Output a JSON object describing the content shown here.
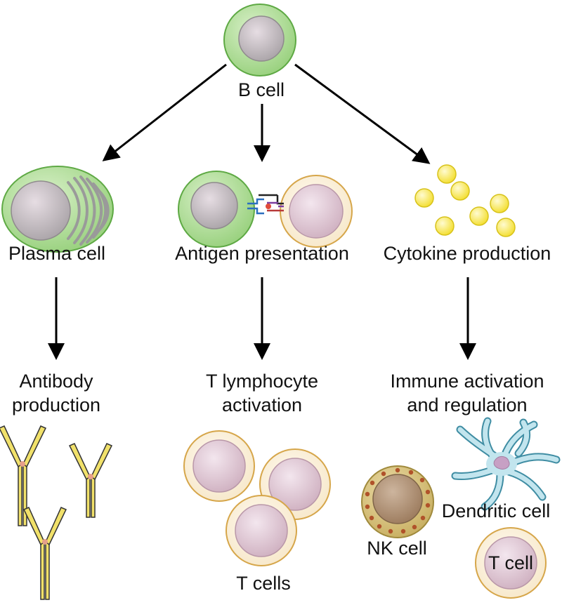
{
  "nodes": {
    "b_cell": "B cell",
    "plasma_cell": "Plasma cell",
    "antigen_presentation": "Antigen presentation",
    "cytokine_production": "Cytokine production",
    "antibody_production_line1": "Antibody",
    "antibody_production_line2": "production",
    "t_activation_line1": "T lymphocyte",
    "t_activation_line2": "activation",
    "immune_line1": "Immune activation",
    "immune_line2": "and regulation",
    "t_cells": "T cells",
    "nk_cell": "NK cell",
    "dendritic_cell": "Dendritic cell",
    "t_cell": "T cell"
  },
  "colors": {
    "b_cell_membrane": "#a7dc8f",
    "b_cell_outline": "#5ea944",
    "nucleus_gray": "#b6b1b4",
    "t_cell_cytoplasm": "#fbf1dc",
    "t_cell_outline": "#d6a64a",
    "t_cell_nucleus": "#d9bdc9",
    "cytokine": "#f8ec55",
    "antibody": "#f1e16a",
    "nk_cell": "#d9c57e",
    "nk_granule": "#b0522a",
    "dendritic": "#c2e5ee",
    "dendritic_outline": "#3f8da3",
    "arrow": "#000000"
  }
}
